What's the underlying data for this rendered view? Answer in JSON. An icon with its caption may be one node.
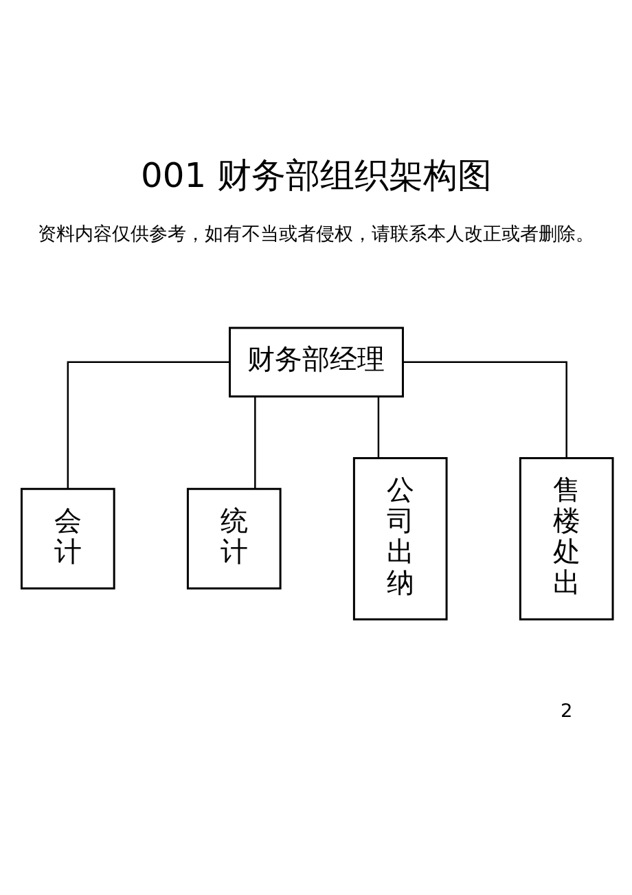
{
  "diagram": {
    "title": "001 财务部组织架构图",
    "nodes": [
      {
        "text": [
          "财务部经理"
        ]
      },
      {
        "text": [
          "会计"
        ]
      },
      {
        "text": [
          "统计"
        ]
      },
      {
        "text": [
          "公司出纳"
        ]
      },
      {
        "text": [
          "售楼处出"
        ]
      }
    ],
    "edges": [
      {
        "from": 0,
        "to": 1,
        "arrow": "none"
      },
      {
        "from": 0,
        "to": 2,
        "arrow": "none"
      },
      {
        "from": 0,
        "to": 3,
        "arrow": "none"
      },
      {
        "from": 0,
        "to": 4,
        "arrow": "none"
      }
    ],
    "labels": [
      "资料内容仅供参考，如有不当或者侵权，请联系本人改正或者删除。",
      "2"
    ]
  }
}
